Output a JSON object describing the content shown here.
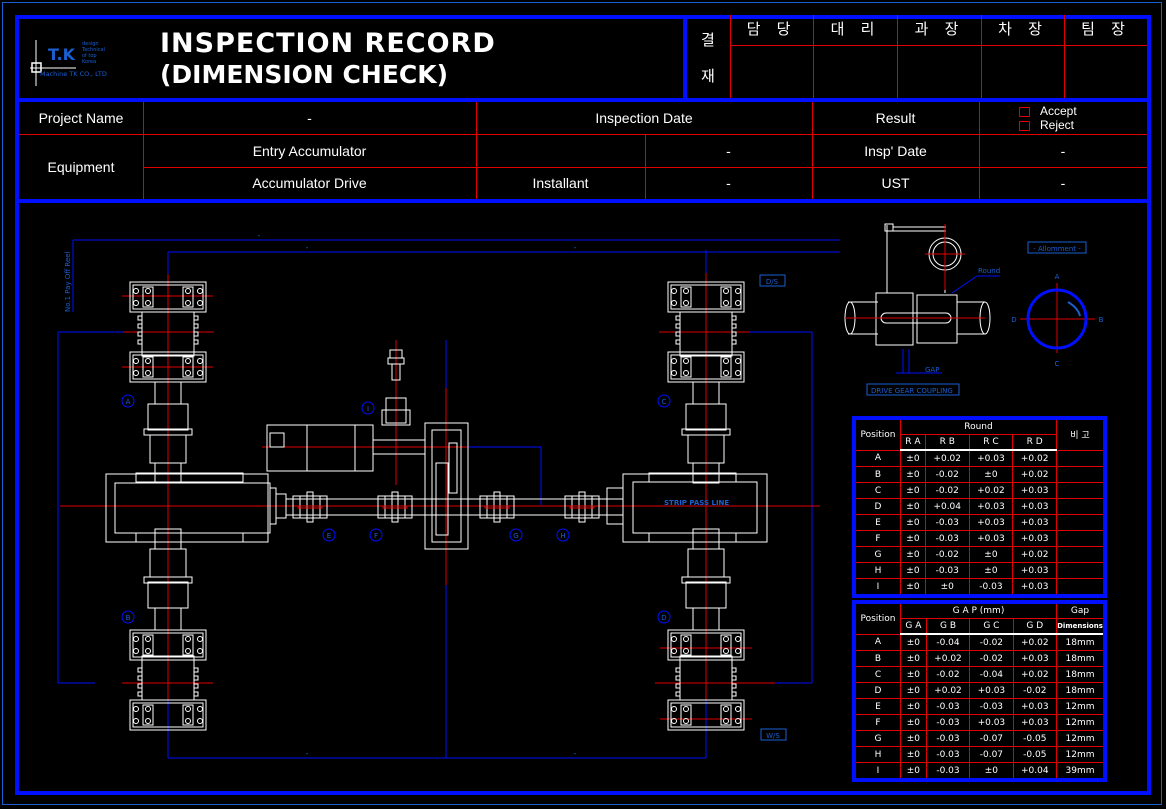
{
  "header": {
    "title_line1": "INSPECTION RECORD",
    "title_line2": "(DIMENSION CHECK)",
    "logo": {
      "mark": "T.K",
      "tagline": [
        "design",
        "Technical",
        "of top",
        "Korea"
      ],
      "company": "Machine TK CO., LTD"
    }
  },
  "approval": {
    "side_label": [
      "결",
      "재"
    ],
    "columns": [
      "담 당",
      "대 리",
      "과 장",
      "차 장",
      "팀 장"
    ]
  },
  "info": {
    "project_name_label": "Project Name",
    "project_name_value": "-",
    "inspection_date_label": "Inspection Date",
    "result_label": "Result",
    "result_options": [
      "Accept",
      "Reject"
    ],
    "equipment_label": "Equipment",
    "equipment_row1": "Entry Accumulator",
    "equipment_row1_col3": "",
    "equipment_row1_value": "-",
    "insp_date_label": "Insp' Date",
    "insp_date_value": "-",
    "equipment_row2": "Accumulator Drive",
    "installant_label": "Installant",
    "installant_value": "-",
    "ust_label": "UST",
    "ust_value": "-"
  },
  "drawing": {
    "reel_label": "No.1 Pay Off Reel",
    "ds_label": "D/S",
    "ws_label": "W/S",
    "strip_pass_line": "STRIP PASS LINE",
    "position_markers": [
      "A",
      "B",
      "C",
      "D",
      "E",
      "F",
      "G",
      "H",
      "I"
    ],
    "dim_marks": [
      "-",
      "-",
      "-",
      "-",
      "-"
    ],
    "coupling_caption": "DRIVE GEAR COUPLING",
    "round_label": "Round",
    "gap_label": "GAP",
    "alignment_caption": "- Allomment -",
    "alignment_points": {
      "top": "A",
      "right": "B",
      "bottom": "C",
      "left": "D"
    }
  },
  "round_table": {
    "title": "Round",
    "position_header": "Position",
    "remark_header": "비 고",
    "columns": [
      "R A",
      "R B",
      "R C",
      "R D"
    ],
    "rows": [
      {
        "pos": "A",
        "values": [
          "±0",
          "+0.02",
          "+0.03",
          "+0.02"
        ],
        "remark": ""
      },
      {
        "pos": "B",
        "values": [
          "±0",
          "-0.02",
          "±0",
          "+0.02"
        ],
        "remark": ""
      },
      {
        "pos": "C",
        "values": [
          "±0",
          "-0.02",
          "+0.02",
          "+0.03"
        ],
        "remark": ""
      },
      {
        "pos": "D",
        "values": [
          "±0",
          "+0.04",
          "+0.03",
          "+0.03"
        ],
        "remark": ""
      },
      {
        "pos": "E",
        "values": [
          "±0",
          "-0.03",
          "+0.03",
          "+0.03"
        ],
        "remark": ""
      },
      {
        "pos": "F",
        "values": [
          "±0",
          "-0.03",
          "+0.03",
          "+0.03"
        ],
        "remark": ""
      },
      {
        "pos": "G",
        "values": [
          "±0",
          "-0.02",
          "±0",
          "+0.02"
        ],
        "remark": ""
      },
      {
        "pos": "H",
        "values": [
          "±0",
          "-0.03",
          "±0",
          "+0.03"
        ],
        "remark": ""
      },
      {
        "pos": "I",
        "values": [
          "±0",
          "±0",
          "-0.03",
          "+0.03"
        ],
        "remark": ""
      }
    ]
  },
  "gap_table": {
    "title": "G A P  (mm)",
    "position_header": "Position",
    "dim_header_1": "Gap",
    "dim_header_2": "Dimensions",
    "columns": [
      "G A",
      "G B",
      "G C",
      "G D"
    ],
    "rows": [
      {
        "pos": "A",
        "values": [
          "±0",
          "-0.04",
          "-0.02",
          "+0.02"
        ],
        "dim": "18mm"
      },
      {
        "pos": "B",
        "values": [
          "±0",
          "+0.02",
          "-0.02",
          "+0.03"
        ],
        "dim": "18mm"
      },
      {
        "pos": "C",
        "values": [
          "±0",
          "-0.02",
          "-0.04",
          "+0.02"
        ],
        "dim": "18mm"
      },
      {
        "pos": "D",
        "values": [
          "±0",
          "+0.02",
          "+0.03",
          "-0.02"
        ],
        "dim": "18mm"
      },
      {
        "pos": "E",
        "values": [
          "±0",
          "-0.03",
          "-0.03",
          "+0.03"
        ],
        "dim": "12mm"
      },
      {
        "pos": "F",
        "values": [
          "±0",
          "-0.03",
          "+0.03",
          "+0.03"
        ],
        "dim": "12mm"
      },
      {
        "pos": "G",
        "values": [
          "±0",
          "-0.03",
          "-0.07",
          "-0.05"
        ],
        "dim": "12mm"
      },
      {
        "pos": "H",
        "values": [
          "±0",
          "-0.03",
          "-0.07",
          "-0.05"
        ],
        "dim": "12mm"
      },
      {
        "pos": "I",
        "values": [
          "±0",
          "-0.03",
          "±0",
          "+0.04"
        ],
        "dim": "39mm"
      }
    ]
  },
  "colors": {
    "frame": "#0010ff",
    "grid_line": "#e00000",
    "annotation": "#1a5fd0",
    "drawing_line": "#ffffff",
    "background": "#000000"
  }
}
